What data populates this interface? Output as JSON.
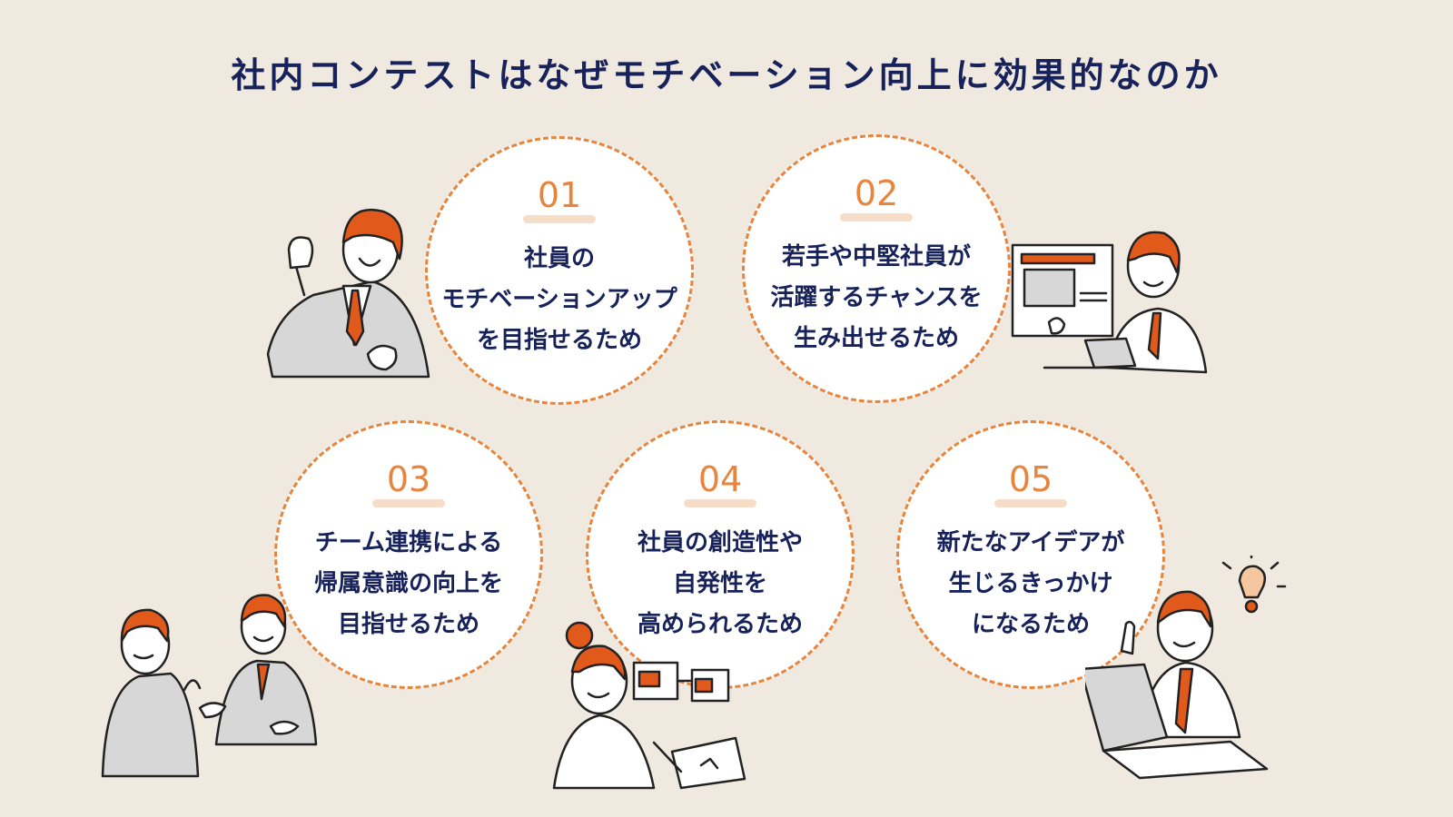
{
  "title": "社内コンテストはなぜモチベーション向上に効果的なのか",
  "colors": {
    "background": "#efe9df",
    "accent": "#e8843c",
    "navy": "#17225a"
  },
  "reasons": [
    {
      "num": "01",
      "lines": [
        "社員の",
        "モチベーションアップ",
        "を目指せるため"
      ]
    },
    {
      "num": "02",
      "lines": [
        "若手や中堅社員が",
        "活躍するチャンスを",
        "生み出せるため"
      ]
    },
    {
      "num": "03",
      "lines": [
        "チーム連携による",
        "帰属意識の向上を",
        "目指せるため"
      ]
    },
    {
      "num": "04",
      "lines": [
        "社員の創造性や",
        "自発性を",
        "高められるため"
      ]
    },
    {
      "num": "05",
      "lines": [
        "新たなアイデアが",
        "生じるきっかけ",
        "になるため"
      ]
    }
  ]
}
